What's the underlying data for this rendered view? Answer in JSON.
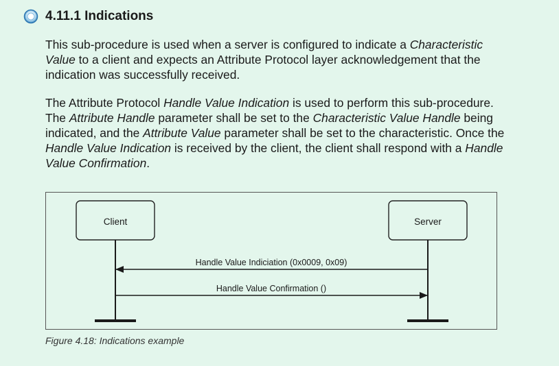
{
  "section": {
    "number": "4.11.1",
    "title": "Indications"
  },
  "paragraph1": {
    "t1": "This sub-procedure is used when a server is configured to indicate a ",
    "i1": "Characteristic Value",
    "t2": " to a client and expects an Attribute Protocol layer acknowledgement that the indication was successfully received."
  },
  "paragraph2": {
    "t1": "The Attribute Protocol ",
    "i1": "Handle Value Indication",
    "t2": " is used to perform this sub-procedure. The ",
    "i2": "Attribute Handle",
    "t3": " parameter shall be set to the ",
    "i3": "Characteristic Value Handle",
    "t4": " being indicated, and the ",
    "i4": "Attribute Value",
    "t5": " parameter shall be set to the characteristic. Once the ",
    "i5": "Handle Value Indication",
    "t6": " is received by the client, the client shall respond with a ",
    "i6": "Handle Value Confirmation",
    "t7": "."
  },
  "diagram": {
    "client_label": "Client",
    "server_label": "Server",
    "message1": "Handle Value Indiciation (0x0009, 0x09)",
    "message2": "Handle Value Confirmation ()"
  },
  "caption": "Figure 4.18:  Indications example"
}
